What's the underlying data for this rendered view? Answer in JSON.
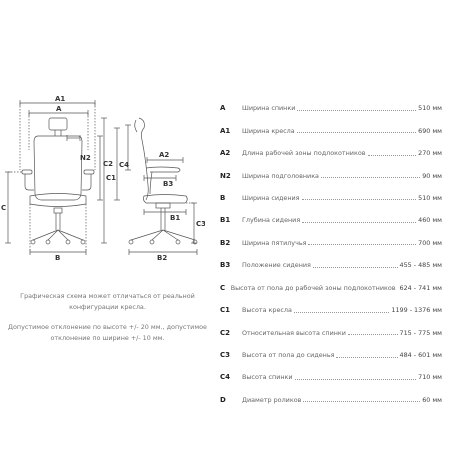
{
  "drawing_labels": {
    "front": {
      "a1": "A1",
      "a": "A",
      "n2": "N2",
      "c2": "C2",
      "c1": "C1",
      "c": "C",
      "b": "B"
    },
    "side": {
      "a2": "A2",
      "b3": "B3",
      "b1": "B1",
      "c3": "C3",
      "c4": "C4",
      "b2": "B2"
    }
  },
  "notes": {
    "line1": "Графическая схема может отличаться от реальной конфигурации кресла.",
    "line2": "Допустимое отклонение по высоте +/- 20 мм., допустимое отклонение по ширине +/- 10 мм."
  },
  "specs": [
    {
      "code": "A",
      "name": "Ширина спинки",
      "value": "510 мм"
    },
    {
      "code": "A1",
      "name": "Ширина кресла",
      "value": "690 мм"
    },
    {
      "code": "A2",
      "name": "Длина рабочей зоны подлокотников",
      "value": "270 мм"
    },
    {
      "code": "N2",
      "name": "Ширина подголовника",
      "value": "90 мм"
    },
    {
      "code": "B",
      "name": "Ширина сидения",
      "value": "510 мм"
    },
    {
      "code": "B1",
      "name": "Глубина сидения",
      "value": "460 мм"
    },
    {
      "code": "B2",
      "name": "Ширина пятилучья",
      "value": "700 мм"
    },
    {
      "code": "B3",
      "name": "Положение сидения",
      "value": "455 - 485 мм"
    },
    {
      "code": "C",
      "name": "Высота от пола до рабочей зоны подлокотников",
      "value": "624 - 741 мм"
    },
    {
      "code": "C1",
      "name": "Высота кресла",
      "value": "1199 - 1376 мм"
    },
    {
      "code": "C2",
      "name": "Относительная высота спинки",
      "value": "715 - 775 мм"
    },
    {
      "code": "C3",
      "name": "Высота от пола до сиденья",
      "value": "484 - 601 мм"
    },
    {
      "code": "C4",
      "name": "Высота спинки",
      "value": "710 мм"
    },
    {
      "code": "D",
      "name": "Диаметр роликов",
      "value": "60 мм"
    }
  ]
}
